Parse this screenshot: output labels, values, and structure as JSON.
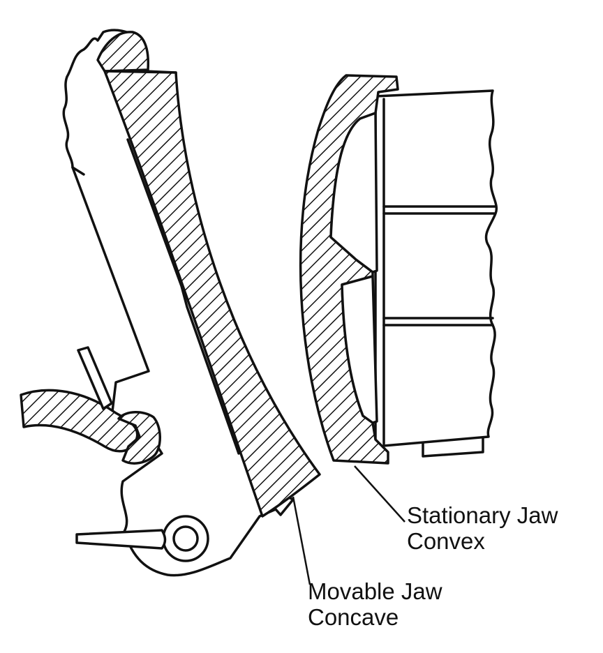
{
  "labels": {
    "stationary_jaw": {
      "line1": "Stationary Jaw",
      "line2": "Convex"
    },
    "movable_jaw": {
      "line1": "Movable Jaw",
      "line2": "Concave"
    }
  },
  "colors": {
    "ink": "#111111",
    "paper": "#ffffff"
  }
}
